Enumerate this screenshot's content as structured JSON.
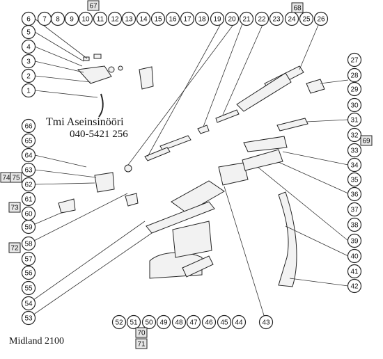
{
  "header": {
    "shop_name": "Tmi Aseinsinööri",
    "shop_phone": "040-5421 256"
  },
  "footer": {
    "model": "Midland 2100"
  },
  "callouts": {
    "circle_labels": [
      "1",
      "2",
      "3",
      "4",
      "5",
      "6",
      "7",
      "8",
      "9",
      "10",
      "11",
      "12",
      "13",
      "14",
      "15",
      "16",
      "17",
      "18",
      "19",
      "20",
      "21",
      "22",
      "23",
      "24",
      "25",
      "26",
      "27",
      "28",
      "29",
      "30",
      "31",
      "32",
      "33",
      "34",
      "35",
      "36",
      "37",
      "38",
      "39",
      "40",
      "41",
      "42",
      "43",
      "44",
      "45",
      "46",
      "47",
      "48",
      "49",
      "50",
      "51",
      "52",
      "53",
      "54",
      "55",
      "56",
      "57",
      "58",
      "59",
      "60",
      "61",
      "62",
      "63",
      "64",
      "65",
      "66"
    ],
    "box_labels": [
      "67",
      "68",
      "69",
      "70",
      "71",
      "72",
      "73",
      "74",
      "75"
    ]
  }
}
